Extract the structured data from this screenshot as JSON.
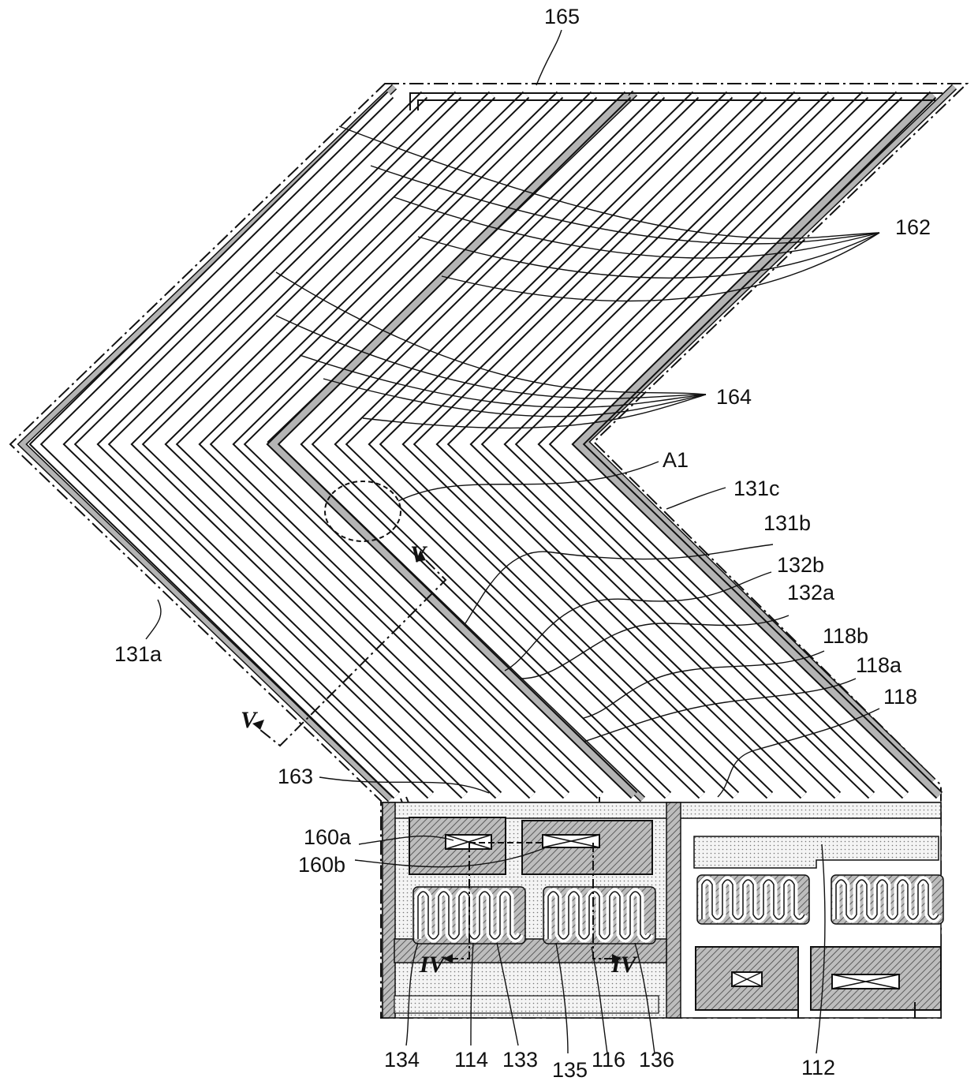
{
  "figure": {
    "labels": {
      "l165": "165",
      "l162": "162",
      "l164": "164",
      "lA1": "A1",
      "l131c": "131c",
      "l131b": "131b",
      "l132b": "132b",
      "l132a": "132a",
      "l118b": "118b",
      "l118a": "118a",
      "l118": "118",
      "l131a": "131a",
      "l163": "163",
      "l160a": "160a",
      "l160b": "160b",
      "l134": "134",
      "l114": "114",
      "l133": "133",
      "l135": "135",
      "l116": "116",
      "l136": "136",
      "l112": "112"
    },
    "section_marks": {
      "v_top": "V",
      "v_bottom": "V",
      "iv_left": "IV",
      "iv_right": "IV"
    },
    "colors": {
      "line": "#111111",
      "hatch": "#444444",
      "dots": "#888888",
      "gray_fill": "#b4b4b4"
    }
  }
}
